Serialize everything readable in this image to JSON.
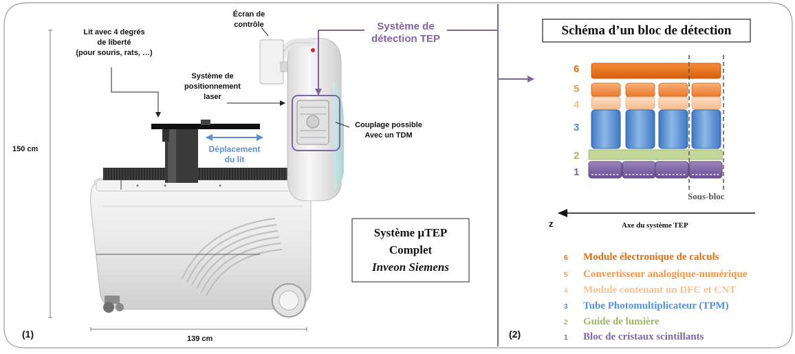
{
  "left_panel": {
    "label_bed": "Lit avec 4 degrés de liberté (pour souris, rats, …)",
    "label_bed_lines": [
      "Lit avec 4 degrés",
      "de liberté",
      "(pour souris, rats, …)"
    ],
    "label_screen_lines": [
      "Écran de",
      "contrôle"
    ],
    "label_laser_lines": [
      "Système de",
      "positionnement",
      "laser"
    ],
    "label_detection_lines": [
      "Système de",
      "détection TEP"
    ],
    "label_coupling_lines": [
      "Couplage possible",
      "Avec un TDM"
    ],
    "label_movement_lines": [
      "Déplacement",
      "du lit"
    ],
    "height_label": "150 cm",
    "width_label": "139 cm",
    "panel_marker": "(1)",
    "system_box_lines": [
      "Système µTEP",
      "Complet"
    ],
    "system_box_italic": "Inveon Siemens"
  },
  "right_panel": {
    "title": "Schéma d’un bloc de détection",
    "panel_marker": "(2)",
    "sub_block_label": "Sous-bloc",
    "axis_label": "Axe du système TEP",
    "axis_letter": "z",
    "layer_numbers": [
      "6",
      "5",
      "4",
      "3",
      "2",
      "1"
    ],
    "legend": [
      {
        "num": "6",
        "text": "Module électronique de calculs",
        "color": "#e46c0a"
      },
      {
        "num": "5",
        "text": "Convertisseur analogique-numérique",
        "color": "#f79646"
      },
      {
        "num": "4",
        "text": "Module contenant un DFC et CNT",
        "color": "#fac090"
      },
      {
        "num": "3",
        "text": "Tube Photomultiplicateur (TPM)",
        "color": "#558ed5"
      },
      {
        "num": "2",
        "text": "Guide de lumière",
        "color": "#9bbb59"
      },
      {
        "num": "1",
        "text": "Bloc de cristaux scintillants",
        "color": "#8064a2"
      }
    ]
  },
  "colors": {
    "purple": "#8064a2",
    "movement_blue": "#5b8fcf",
    "orange_dark": "#e46c0a",
    "orange": "#f79646",
    "peach": "#fac090",
    "blue": "#558ed5",
    "green": "#9bbb59"
  }
}
